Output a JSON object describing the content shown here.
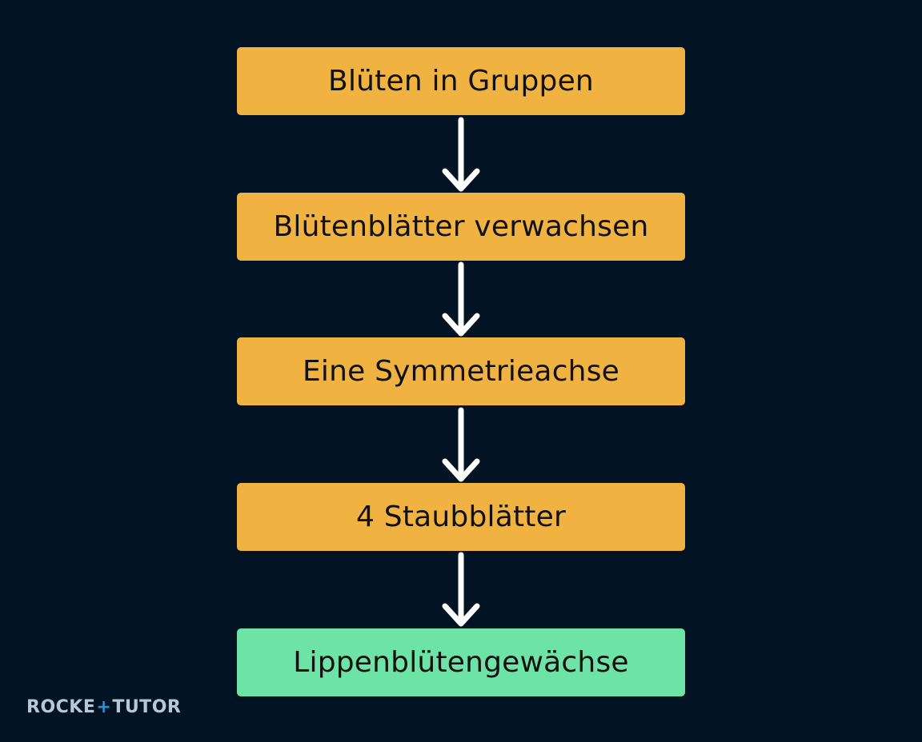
{
  "diagram": {
    "steps": [
      {
        "label": "Blüten in Gruppen"
      },
      {
        "label": "Blütenblätter verwachsen"
      },
      {
        "label": "Eine Symmetrieachse"
      },
      {
        "label": "4 Staubblätter"
      },
      {
        "label": "Lippenblütengewächse"
      }
    ],
    "colors": {
      "background": "#021424",
      "step_box": "#F0B342",
      "result_box": "#6EE3A6",
      "arrow": "#FFFFFF"
    }
  },
  "logo": {
    "left": "ROCKE",
    "plus": "+",
    "right": "TUTOR"
  }
}
